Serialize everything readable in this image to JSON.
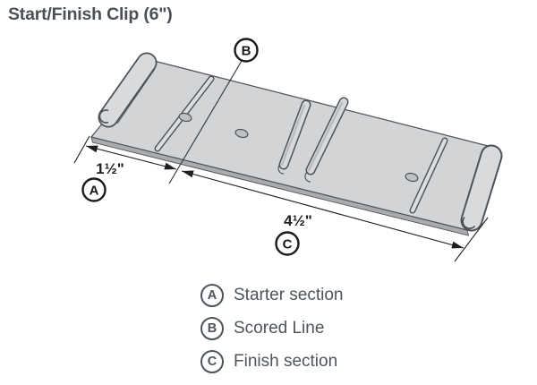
{
  "title": "Start/Finish Clip (6\")",
  "diagram": {
    "dim_starter": "1½\"",
    "dim_finish": "4½\"",
    "callouts": {
      "a": "A",
      "b": "B",
      "c": "C"
    }
  },
  "legend": {
    "items": [
      {
        "key": "A",
        "label": "Starter section"
      },
      {
        "key": "B",
        "label": "Scored Line"
      },
      {
        "key": "C",
        "label": "Finish section"
      }
    ]
  },
  "colors": {
    "plate_gray": "#d2d4d6",
    "raised_gray": "#d9dadc",
    "edge_gray": "#a9abae",
    "outline_gray": "#4e5258",
    "ink_black": "#1f1f1f",
    "label_gray": "#4e545b"
  }
}
